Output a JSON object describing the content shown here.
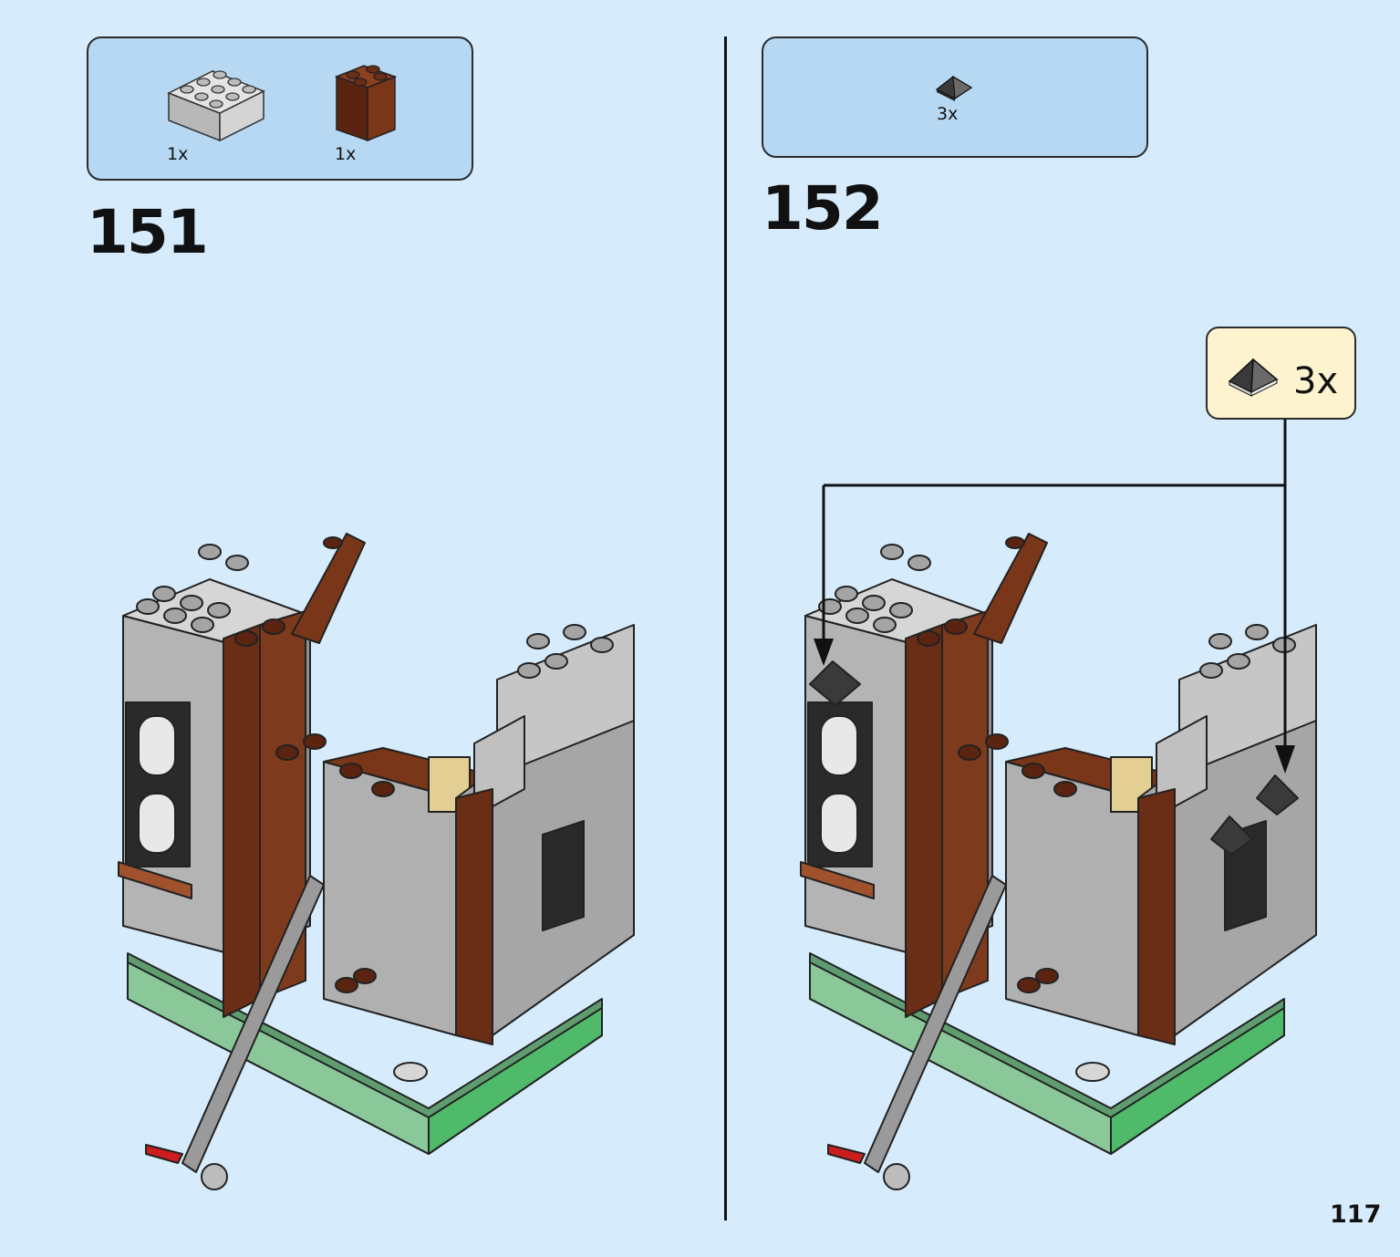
{
  "page_number": "117",
  "steps": [
    {
      "number": "151",
      "parts": [
        {
          "icon": "light-gray-2x3-brick-icon",
          "qty": "1x",
          "color": "#c8c8c8"
        },
        {
          "icon": "reddish-brown-1x2-brick-icon",
          "qty": "1x",
          "color": "#6a2d16"
        }
      ]
    },
    {
      "number": "152",
      "parts": [
        {
          "icon": "dark-gray-slope-tile-icon",
          "qty": "3x",
          "color": "#3a3a3a"
        }
      ],
      "callout": {
        "icon": "dark-gray-slope-tile-icon",
        "qty": "3x"
      }
    }
  ],
  "colors": {
    "background": "#d6ebfb",
    "parts_box": "#b6d8f2",
    "callout": "#fdf4cf",
    "light_gray": "#b4b4b4",
    "dark_gray": "#3a3a3a",
    "reddish_brown": "#6a2d16",
    "green": "#76b98a",
    "tan": "#e3cf93"
  }
}
